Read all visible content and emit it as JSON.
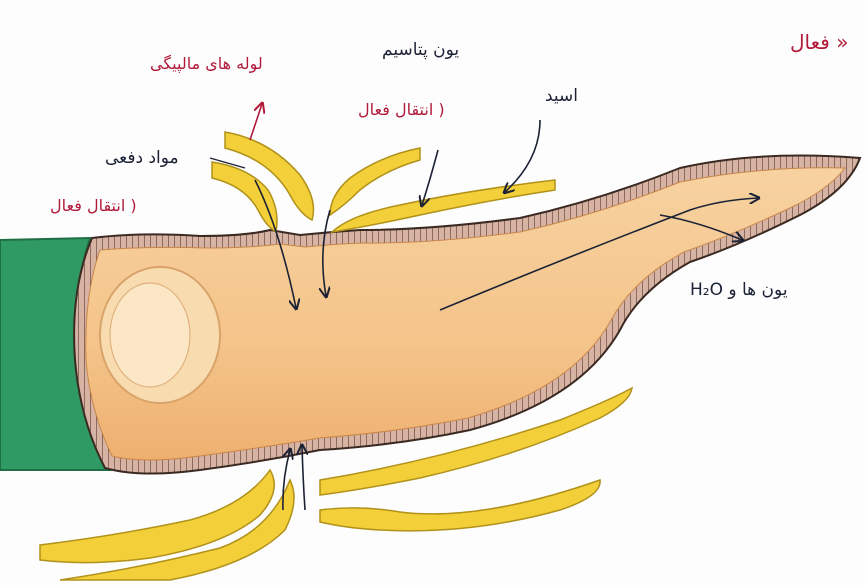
{
  "title_partial": "فعال",
  "title_quote": "«",
  "labels": {
    "malpighian_tubules": "لوله های مالپیگی",
    "waste": "مواد دفعی",
    "waste_note": "( انتقال فعال",
    "potassium": "یون پتاسیم",
    "potassium_note": "( انتقال فعال",
    "rectum": "اسید",
    "ions_water": "یون ها و H₂O"
  },
  "colors": {
    "tube_yellow": "#f3d03a",
    "body_fill": "#f6c98f",
    "body_edge": "#d99a5a",
    "wall_brown": "#caa090",
    "green_tissue": "#2f9a64",
    "ink_dark": "#1c2235",
    "ink_red": "#b11a3a"
  }
}
